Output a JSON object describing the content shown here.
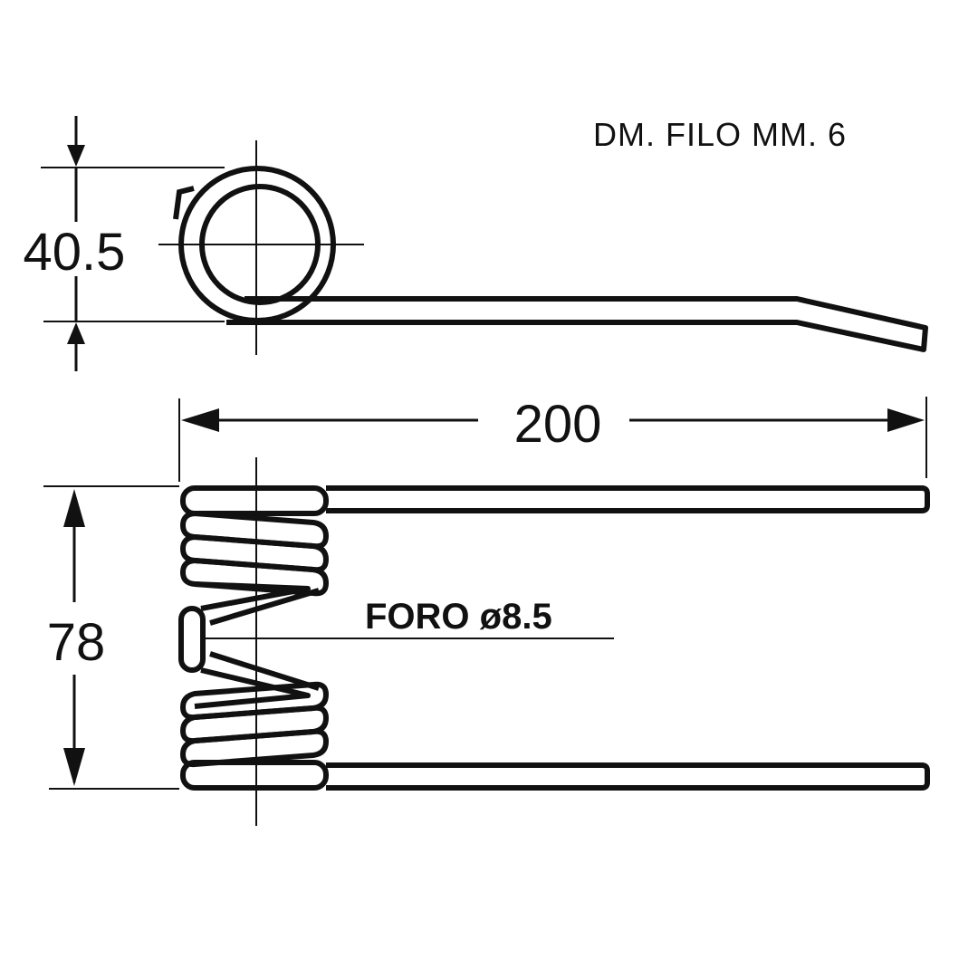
{
  "note": "DM. FILO MM. 6",
  "dimensions": {
    "height_top": "40.5",
    "length": "200",
    "height_front": "78"
  },
  "hole_label": "FORO ø8.5",
  "colors": {
    "line": "#111111",
    "background": "#ffffff"
  }
}
